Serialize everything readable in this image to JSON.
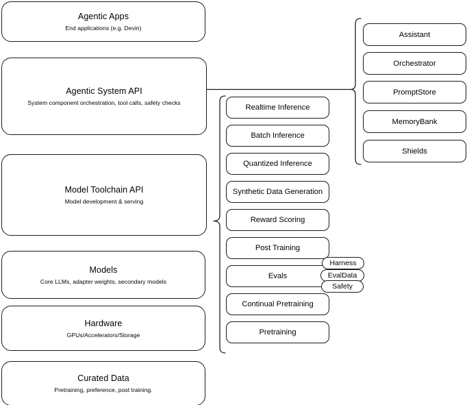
{
  "diagram": {
    "title": "Agentic stack layer diagram",
    "stroke_color": "#1a1a1a",
    "background_color": "#ffffff"
  },
  "stack_layers": [
    {
      "name": "agentic-apps",
      "title": "Agentic Apps",
      "subtitle": "End applications (e.g. Devin)"
    },
    {
      "name": "agentic-system-api",
      "title": "Agentic System API",
      "subtitle": "System component orchestration, tool calls, safety checks"
    },
    {
      "name": "model-toolchain-api",
      "title": "Model Toolchain API",
      "subtitle": "Model development & serving"
    },
    {
      "name": "models",
      "title": "Models",
      "subtitle": "Core LLMs, adapter weights, secondary models"
    },
    {
      "name": "hardware",
      "title": "Hardware",
      "subtitle": "GPUs/Accelerators/Storage"
    },
    {
      "name": "curated-data",
      "title": "Curated Data",
      "subtitle": "Pretraining, preference, post training."
    }
  ],
  "toolchain_capabilities": [
    {
      "name": "realtime-inference",
      "label": "Realtime Inference"
    },
    {
      "name": "batch-inference",
      "label": "Batch Inference"
    },
    {
      "name": "quantized-inference",
      "label": "Quantized Inference"
    },
    {
      "name": "synthetic-data-generation",
      "label": "Synthetic Data Generation"
    },
    {
      "name": "reward-scoring",
      "label": "Reward Scoring"
    },
    {
      "name": "post-training",
      "label": "Post Training"
    },
    {
      "name": "evals",
      "label": "Evals"
    },
    {
      "name": "continual-pretraining",
      "label": "Continual Pretraining"
    },
    {
      "name": "pretraining",
      "label": "Pretraining"
    }
  ],
  "system_components": [
    {
      "name": "assistant",
      "label": "Assistant"
    },
    {
      "name": "orchestrator",
      "label": "Orchestrator"
    },
    {
      "name": "promptstore",
      "label": "PromptStore"
    },
    {
      "name": "memorybank",
      "label": "MemoryBank"
    },
    {
      "name": "shields",
      "label": "Shields"
    }
  ],
  "evals_subitems": [
    {
      "name": "harness",
      "label": "Harness"
    },
    {
      "name": "evaldata",
      "label": "EvalData"
    },
    {
      "name": "safety",
      "label": "Safety"
    }
  ]
}
